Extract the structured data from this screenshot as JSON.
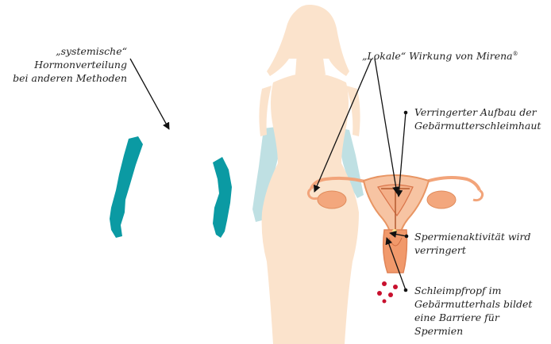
{
  "labels": {
    "systemic": {
      "line1": "„systemische“",
      "line2": "Hormonverteilung",
      "line3": "bei anderen Methoden"
    },
    "local": {
      "text": "„Lokale“ Wirkung von Mirena",
      "mark": "®"
    },
    "endometrium": {
      "line1": "Verringerter Aufbau der",
      "line2": "Gebärmutterschleimhaut"
    },
    "sperm_activity": {
      "line1": "Spermienaktivität wird",
      "line2": "verringert"
    },
    "mucus_plug": {
      "line1": "Schleimpfropf im",
      "line2": "Gebärmutterhals bildet",
      "line3": "eine Barriere für",
      "line4": "Spermien"
    }
  },
  "colors": {
    "body": "#fbe3cc",
    "teal_arm": "#0b9aa3",
    "light_arm": "#bfe0e3",
    "uterus": "#f4b089",
    "uterus_dark": "#e89563",
    "blood": "#c8102e",
    "text": "#222222"
  },
  "icons": [
    "silhouette-figure",
    "arm-figure",
    "uterus-illustration",
    "arrow"
  ]
}
